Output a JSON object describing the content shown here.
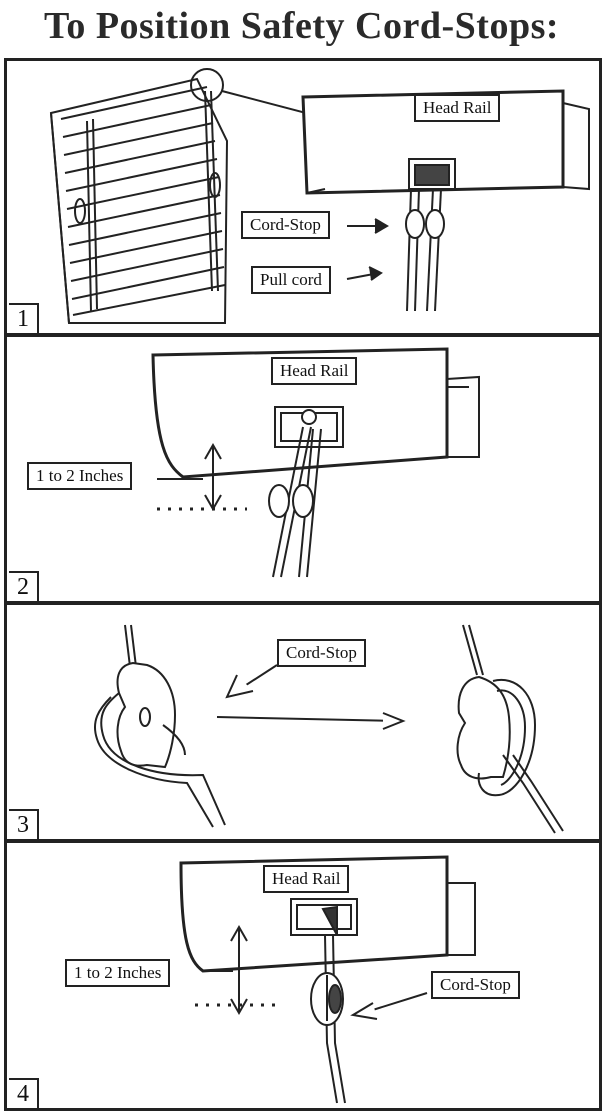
{
  "title": "To Position Safety Cord-Stops:",
  "panels": [
    {
      "number": "1",
      "labels": {
        "head_rail": "Head Rail",
        "cord_stop": "Cord-Stop",
        "pull_cord": "Pull cord"
      }
    },
    {
      "number": "2",
      "labels": {
        "head_rail": "Head Rail",
        "distance": "1 to 2 Inches"
      }
    },
    {
      "number": "3",
      "labels": {
        "cord_stop": "Cord-Stop"
      }
    },
    {
      "number": "4",
      "labels": {
        "head_rail": "Head Rail",
        "distance": "1 to 2 Inches",
        "cord_stop": "Cord-Stop"
      }
    }
  ]
}
